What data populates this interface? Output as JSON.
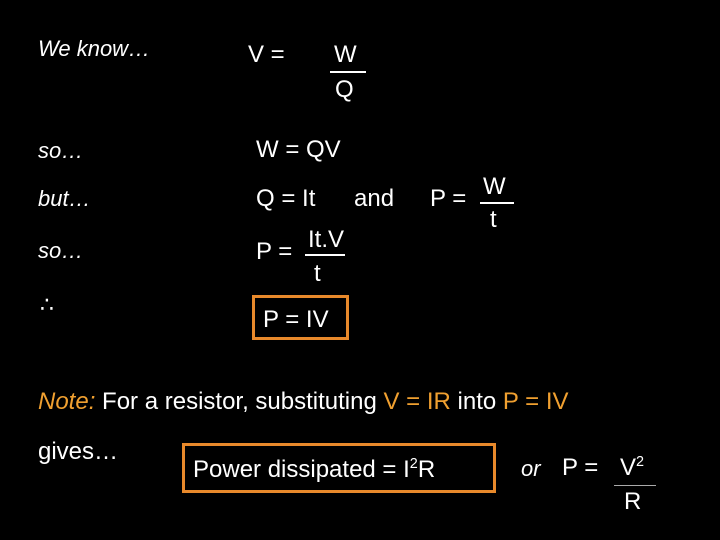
{
  "lines": {
    "we_know": "We know…",
    "v_eq": "V  =",
    "w_num": "W",
    "q_den": "Q",
    "so1": "so…",
    "w_eq_qv": "W = QV",
    "but": "but…",
    "q_eq_it": "Q = It",
    "and": "and",
    "p_eq": "P =",
    "w_num2": "W",
    "t_den2": "t",
    "so2": "so…",
    "p_eq2": "P =",
    "itv": "It.V",
    "t_den3": "t",
    "therefore": "∴",
    "p_eq_iv": "P = IV"
  },
  "note": {
    "label": "Note:",
    "before": "For a resistor, substituting",
    "v_eq_ir": "V = IR",
    "into": "into",
    "p_eq_iv": "P = IV"
  },
  "bottom": {
    "gives": "gives…",
    "power_prefix": "Power dissipated = I",
    "power_exp": "2",
    "power_suffix": "R",
    "or": "or",
    "p_eq": "P =",
    "v": "V",
    "v_exp": "2",
    "r": "R"
  },
  "colors": {
    "box_border": "#e8892b",
    "note_text": "#f0a030"
  }
}
